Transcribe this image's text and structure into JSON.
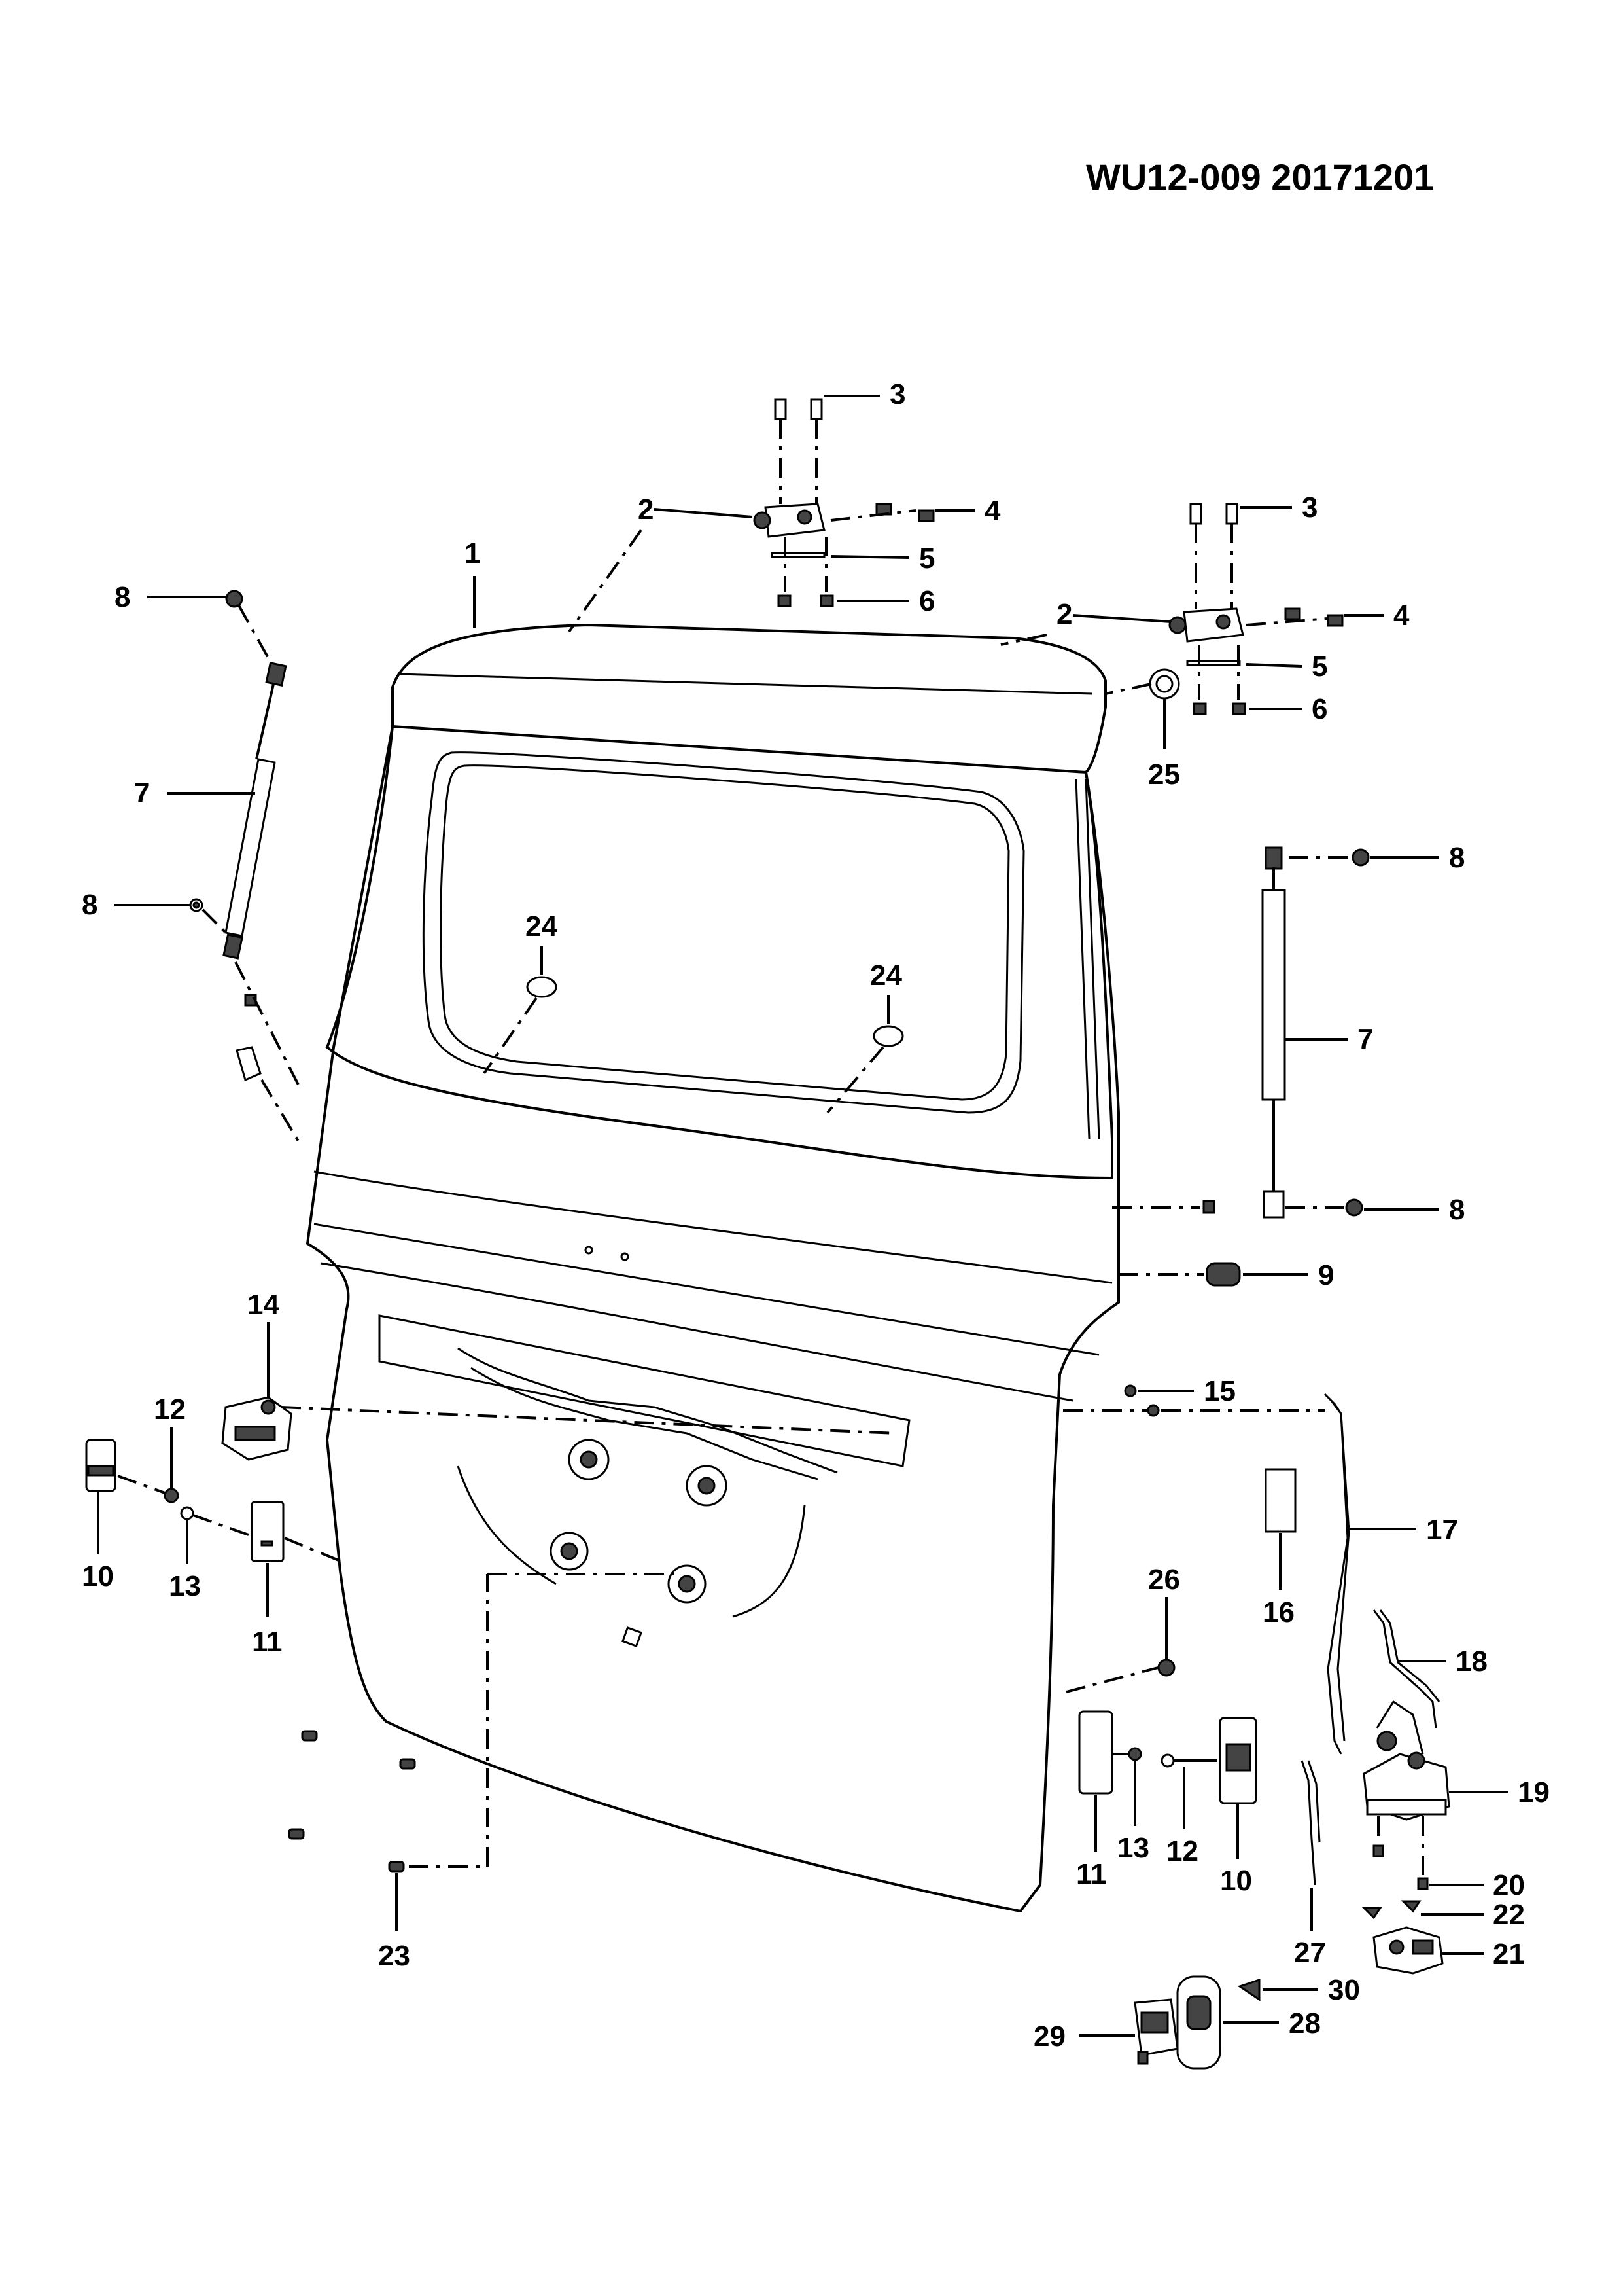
{
  "document": {
    "code": "WU12-009 20171201"
  },
  "callouts": {
    "c1": "1",
    "c2a": "2",
    "c2b": "2",
    "c3a": "3",
    "c3b": "3",
    "c4a": "4",
    "c4b": "4",
    "c5a": "5",
    "c5b": "5",
    "c6a": "6",
    "c6b": "6",
    "c7a": "7",
    "c7b": "7",
    "c8a": "8",
    "c8b": "8",
    "c8c": "8",
    "c8d": "8",
    "c9": "9",
    "c10a": "10",
    "c10b": "10",
    "c11a": "11",
    "c11b": "11",
    "c12a": "12",
    "c12b": "12",
    "c13a": "13",
    "c13b": "13",
    "c14": "14",
    "c15": "15",
    "c16": "16",
    "c17": "17",
    "c18": "18",
    "c19": "19",
    "c20": "20",
    "c21": "21",
    "c22": "22",
    "c23": "23",
    "c24a": "24",
    "c24b": "24",
    "c25": "25",
    "c26": "26",
    "c27": "27",
    "c28": "28",
    "c29": "29",
    "c30": "30"
  }
}
